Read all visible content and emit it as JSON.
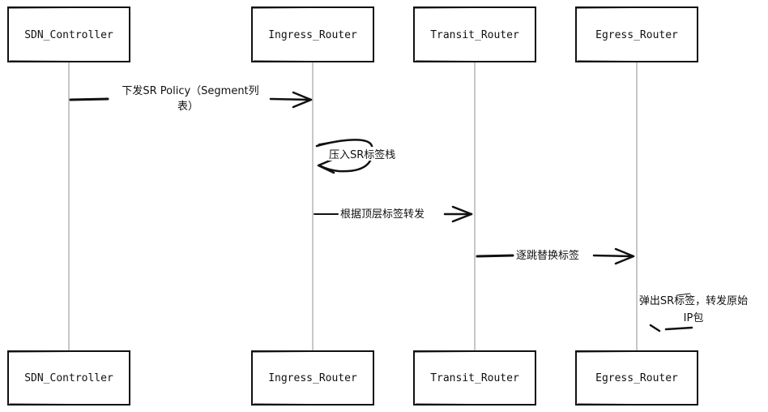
{
  "actors": [
    {
      "id": "sdn",
      "label": "SDN_Controller"
    },
    {
      "id": "ingress",
      "label": "Ingress_Router"
    },
    {
      "id": "transit",
      "label": "Transit_Router"
    },
    {
      "id": "egress",
      "label": "Egress_Router"
    }
  ],
  "messages": [
    {
      "from": "SDN_Controller",
      "to": "Ingress_Router",
      "label_lines": [
        "下发SR Policy（Segment列",
        "表）"
      ]
    },
    {
      "from": "Ingress_Router",
      "to": "Ingress_Router",
      "label_lines": [
        "压入SR标签栈"
      ]
    },
    {
      "from": "Ingress_Router",
      "to": "Transit_Router",
      "label_lines": [
        "根据顶层标签转发"
      ]
    },
    {
      "from": "Transit_Router",
      "to": "Egress_Router",
      "label_lines": [
        "逐跳替换标签"
      ]
    },
    {
      "from": "Egress_Router",
      "to": "Egress_Router",
      "label_lines": [
        "弹出SR标签，转发原始",
        "IP包"
      ]
    }
  ]
}
